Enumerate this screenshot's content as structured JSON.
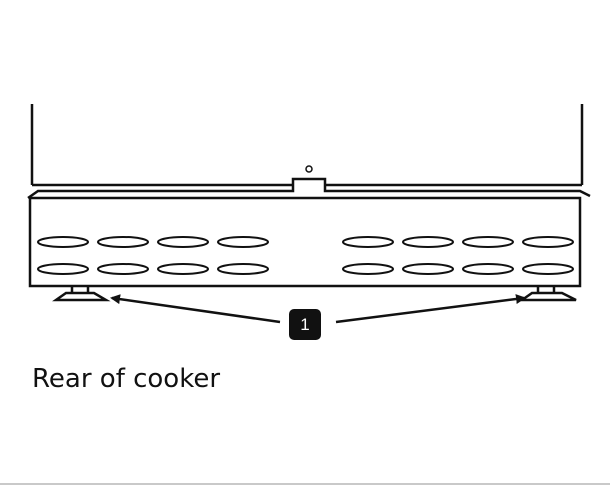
{
  "figure": {
    "caption": "Rear of cooker",
    "callout_label": "1",
    "vent_rows": 2,
    "vents_per_group": 4
  },
  "colors": {
    "line": "#111111",
    "badge_bg": "#111111",
    "badge_text": "#ffffff",
    "background": "#ffffff"
  }
}
